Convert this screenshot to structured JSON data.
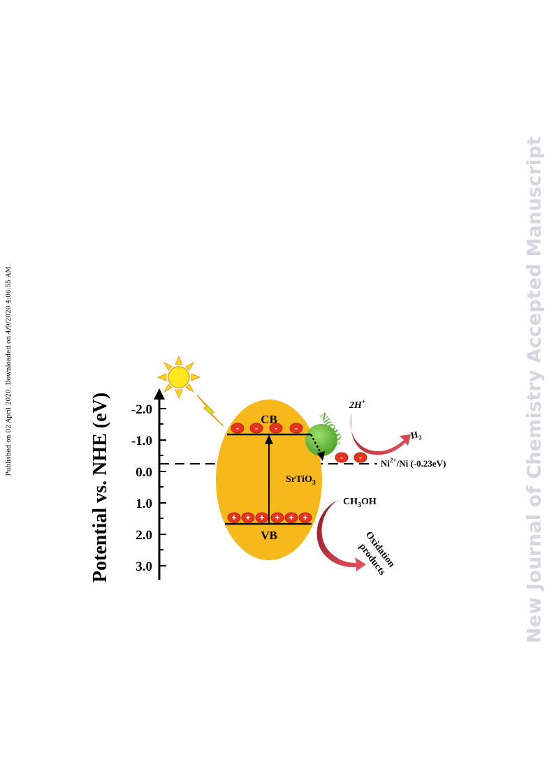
{
  "sidebar_left": {
    "text": "Published on 02 April 2020. Downloaded on 4/9/2020 4:06:55 AM."
  },
  "watermark": {
    "text": "New Journal of Chemistry Accepted Manuscript"
  },
  "figure": {
    "y_axis_label": "Potential vs. NHE (eV)",
    "ticks": [
      "-2.0",
      "-1.0",
      "0.0",
      "1.0",
      "2.0",
      "3.0"
    ],
    "cb_label": "CB",
    "vb_label": "VB",
    "semiconductor": "SrTiO",
    "semiconductor_sub": "3",
    "cocatalyst": "Ni(OH)",
    "cocatalyst_sub": "2",
    "reactant_h": "2H",
    "reactant_h_sup": "+",
    "product_h": "H",
    "product_h_sub": "2",
    "ref_level_a": "Ni",
    "ref_level_sup": "2+",
    "ref_level_b": "/Ni (-0.23eV)",
    "methanol_a": "CH",
    "methanol_sub": "3",
    "methanol_b": "OH",
    "oxidation_line1": "Oxidation",
    "oxidation_line2": "products",
    "electron_sign": "-",
    "hole_sign": "+",
    "colors": {
      "ellipse": "#f7b81b",
      "electron": "#e8341c",
      "arrow_red": "#d12a34",
      "cocatalyst": "#6cc43a",
      "cocatalyst_text": "#5bb33a",
      "sun": "#ffd21f"
    }
  }
}
